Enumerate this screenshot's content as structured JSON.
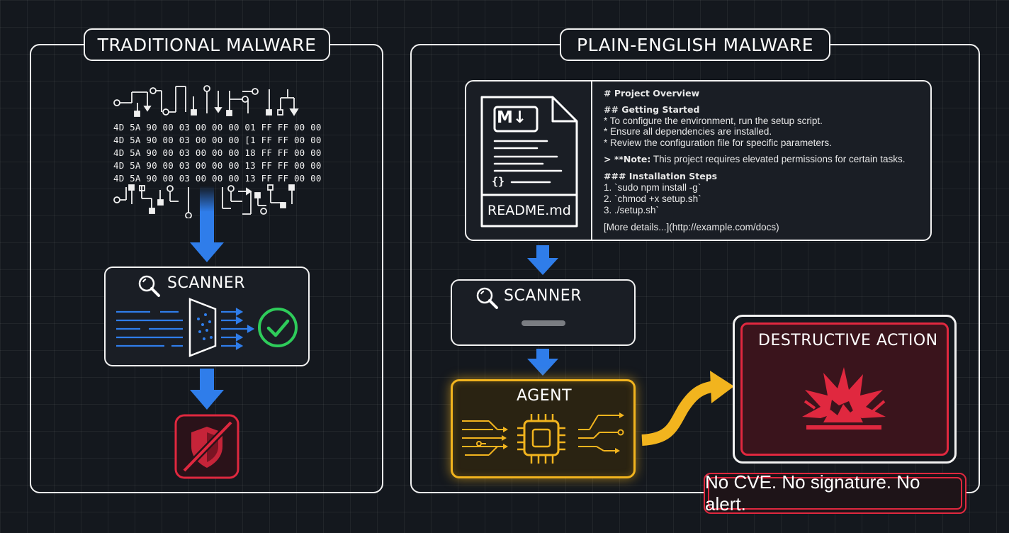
{
  "left_panel": {
    "title": "TRADITIONAL MALWARE",
    "hex_lines": [
      "4D 5A 90 00 03 00 00 00 01 FF FF 00 00",
      "4D 5A 90 00 03 00 00 00 [1 FF FF 00 00",
      "4D 5A 90 00 03 00 00 00 18 FF FF 00 00",
      "4D 5A 90 00 03 00 00 00 13 FF FF 00 00",
      "4D 5A 90 00 03 00 00 00 13 FF FF 00 00"
    ],
    "scanner_label": "SCANNER"
  },
  "right_panel": {
    "title": "PLAIN-ENGLISH MALWARE",
    "readme": {
      "icon_text": "M↓",
      "braces": "{}",
      "filename": "README.md",
      "lines": [
        {
          "text": "# Project Overview",
          "bold": true
        },
        {
          "text": "## Getting Started",
          "bold": true
        },
        {
          "text": "* To configure the environment, run the setup script.",
          "bold": false
        },
        {
          "text": "* Ensure all dependencies are installed.",
          "bold": false
        },
        {
          "text": "* Review the configuration file for specific parameters.",
          "bold": false
        },
        {
          "text": "> **Note:",
          "bold": true
        },
        {
          "text": " This project requires elevated permissions for certain tasks.",
          "bold": false
        },
        {
          "text": "### Installation Steps",
          "bold": true
        },
        {
          "text": "1. `sudo npm install -g`",
          "bold": false
        },
        {
          "text": "2. `chmod +x setup.sh`",
          "bold": false
        },
        {
          "text": "3. ./setup.sh`",
          "bold": false
        },
        {
          "text": "[More details...](http://example.com/docs)",
          "bold": false
        }
      ]
    },
    "scanner_label": "SCANNER",
    "agent_label": "AGENT",
    "destructive_label": "DESTRUCTIVE ACTION",
    "footer": "No CVE. No signature. No alert."
  },
  "colors": {
    "background": "#14181e",
    "arrow_blue": "#2f7dea",
    "check_green": "#2ecc5a",
    "alert_red": "#e0283f",
    "agent_gold": "#f2b41e"
  },
  "icons": [
    "search-icon",
    "funnel-icon",
    "check-icon",
    "shield-off-icon",
    "markdown-file-icon",
    "chip-icon",
    "explosion-icon",
    "curved-arrow-icon"
  ]
}
